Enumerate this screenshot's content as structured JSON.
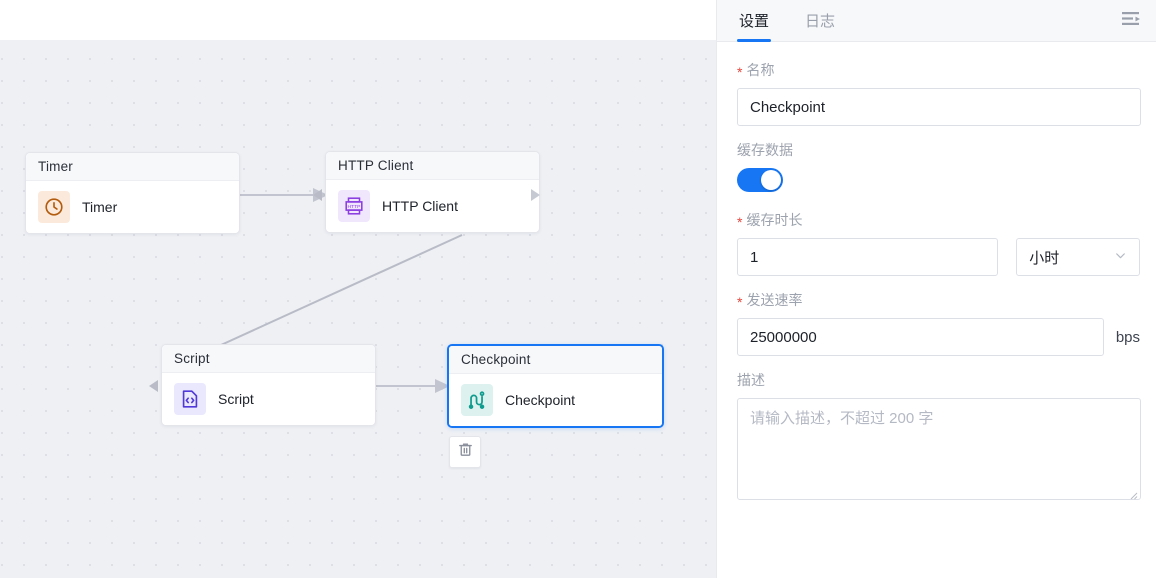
{
  "canvas": {
    "nodes": [
      {
        "id": "timer",
        "title": "Timer",
        "label": "Timer",
        "icon": "clock-icon",
        "selected": false
      },
      {
        "id": "http",
        "title": "HTTP Client",
        "label": "HTTP Client",
        "icon": "http-printer-icon",
        "selected": false
      },
      {
        "id": "script",
        "title": "Script",
        "label": "Script",
        "icon": "code-file-icon",
        "selected": false
      },
      {
        "id": "checkpoint",
        "title": "Checkpoint",
        "label": "Checkpoint",
        "icon": "checkpoint-icon",
        "selected": true
      }
    ],
    "delete_button_icon": "trash-icon",
    "edges": [
      {
        "from": "timer",
        "to": "http"
      },
      {
        "from": "http",
        "to": "script"
      },
      {
        "from": "script",
        "to": "checkpoint"
      }
    ],
    "colors": {
      "grid_bg": "#eef0f4",
      "grid_dot": "#dcdfe6",
      "edge": "#b9bcc6",
      "selected_border": "#1676f3"
    }
  },
  "panel": {
    "tabs": [
      {
        "label": "设置",
        "active": true
      },
      {
        "label": "日志",
        "active": false
      }
    ],
    "menu_icon": "menu-fold-icon",
    "form": {
      "name": {
        "label": "名称",
        "required": true,
        "value": "Checkpoint"
      },
      "cache_data": {
        "label": "缓存数据",
        "required": false,
        "enabled": true
      },
      "cache_duration": {
        "label": "缓存时长",
        "required": true,
        "value": "1",
        "unit_selected": "小时",
        "unit_icon": "chevron-down-icon"
      },
      "send_rate": {
        "label": "发送速率",
        "required": true,
        "value": "25000000",
        "unit": "bps"
      },
      "description": {
        "label": "描述",
        "required": false,
        "value": "",
        "placeholder": "请输入描述，不超过 200 字"
      }
    },
    "accent": "#1676f3"
  }
}
